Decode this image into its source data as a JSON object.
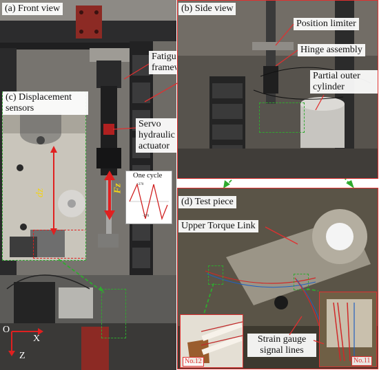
{
  "panels": {
    "a": {
      "title": "(a) Front view"
    },
    "b": {
      "title": "(b) Side view"
    },
    "c": {
      "title": "(c) Displacement sensors"
    },
    "d": {
      "title": "(d) Test piece"
    }
  },
  "labels": {
    "fatigue_framework": "Fatigue testing framework",
    "servo_actuator": "Servo hydraulic actuator",
    "position_limiter": "Position limiter",
    "hinge_assembly": "Hinge assembly",
    "partial_outer_cylinder": "Partial outer cylinder",
    "upper_torque_link": "Upper Torque Link",
    "strain_gauge_lines": "Strain gauge signal lines",
    "dz": "dz",
    "fz": "Fz",
    "origin": "O",
    "axis_x": "X",
    "axis_z": "Z",
    "no12": "No.12",
    "no11": "No.11"
  },
  "inset_chart": {
    "title": "One cycle",
    "tick_top": "+270",
    "tick_bottom": "-270"
  },
  "colors": {
    "callout_red": "#e03030",
    "callout_green": "#2faa2f",
    "axis_red": "#e02020",
    "dz_yellow": "#f2d21a"
  }
}
